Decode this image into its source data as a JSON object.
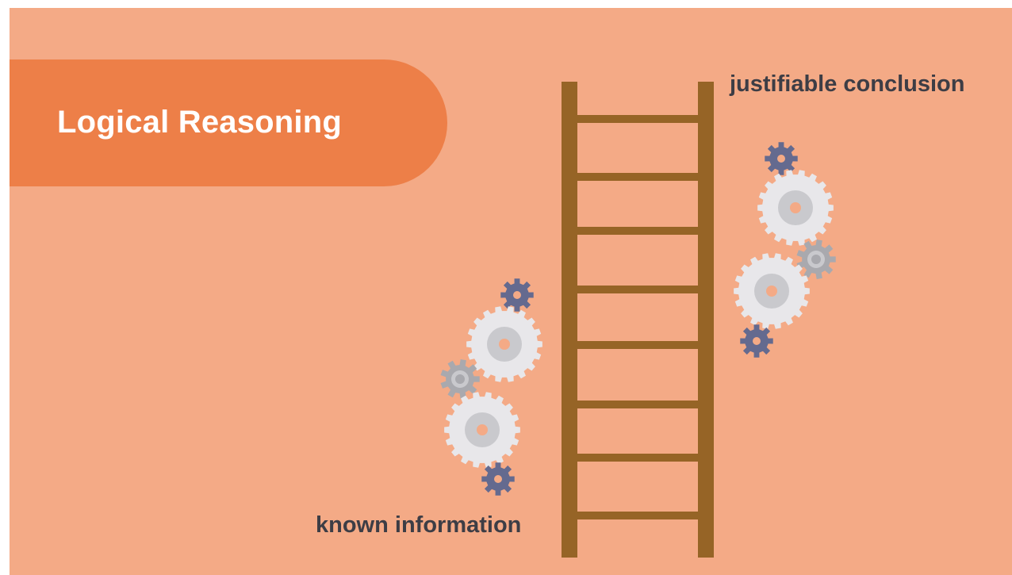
{
  "title": "Logical Reasoning",
  "labels": {
    "top": "justifiable conclusion",
    "bottom": "known information"
  },
  "colors": {
    "background": "#f4aa86",
    "banner": "#ed7f48",
    "ladder": "#966426",
    "text": "#3d3d45",
    "gear_large": "#e8e7ea",
    "gear_large_ring": "#c9c9cd",
    "gear_center": "#f4aa86",
    "gear_small_dark": "#646a8f",
    "gear_medium_gray": "#a9a9ae"
  },
  "icons": [
    "ladder-icon",
    "gear-icon"
  ]
}
